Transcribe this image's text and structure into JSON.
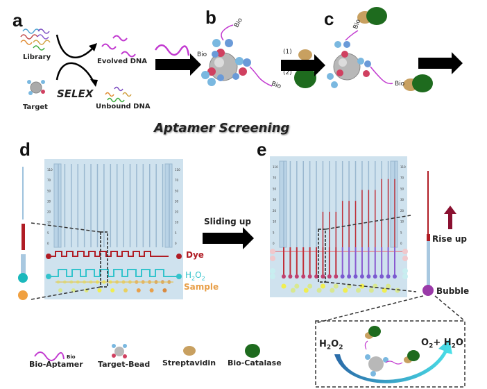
{
  "figure": {
    "panels": {
      "a": {
        "letter": "a",
        "library": "Library",
        "target": "Target",
        "selex": "SELEX",
        "evolved": "Evolved DNA",
        "unbound": "Unbound DNA"
      },
      "b": {
        "letter": "b",
        "bio_tag": "Bio",
        "step1": "(1)",
        "step2": "(2)"
      },
      "c": {
        "letter": "c",
        "bio_tag": "Bio"
      },
      "d": {
        "letter": "d",
        "dye": "Dye",
        "h2o2_main": "H",
        "h2o2_sub1": "2",
        "h2o2_o": "O",
        "h2o2_sub2": "2",
        "sample": "Sample"
      },
      "e": {
        "letter": "e",
        "rise_up": "Rise up",
        "bubble": "Bubble"
      }
    },
    "section_title": "Aptamer Screening",
    "sliding_label": "Sliding up",
    "scale_ticks": [
      "110",
      "70",
      "50",
      "30",
      "20",
      "10",
      "5",
      "0"
    ],
    "panel_e_channel_levels": [
      0,
      0,
      0,
      0,
      0,
      0,
      20,
      20,
      20,
      30,
      30,
      30,
      50,
      50,
      50,
      70,
      70,
      70
    ],
    "reaction": {
      "reactant_main": "H",
      "reactant_sub1": "2",
      "reactant_o": "O",
      "reactant_sub2": "2",
      "product": "O",
      "product_sub": "2",
      "product_rest": "+ H",
      "product_sub2": "2",
      "product_end": "O"
    },
    "legend": [
      {
        "label": "Bio-Aptamer",
        "icon": "aptamer-icon",
        "tag": "Bio"
      },
      {
        "label": "Target-Bead",
        "icon": "target-bead-icon"
      },
      {
        "label": "Streptavidin",
        "icon": "streptavidin-icon"
      },
      {
        "label": "Bio-Catalase",
        "icon": "catalase-icon"
      }
    ],
    "colors": {
      "dye": "#b01c24",
      "h2o2": "#33c3cc",
      "sample": "#e8a04a",
      "chip": "#cfe2ee",
      "aptamer": "#c23ad0",
      "catalase": "#1e6b1e",
      "streptavidin": "#c8a060",
      "bubble": "#9a3aa8",
      "rise_arrow": "#8a1030"
    }
  }
}
